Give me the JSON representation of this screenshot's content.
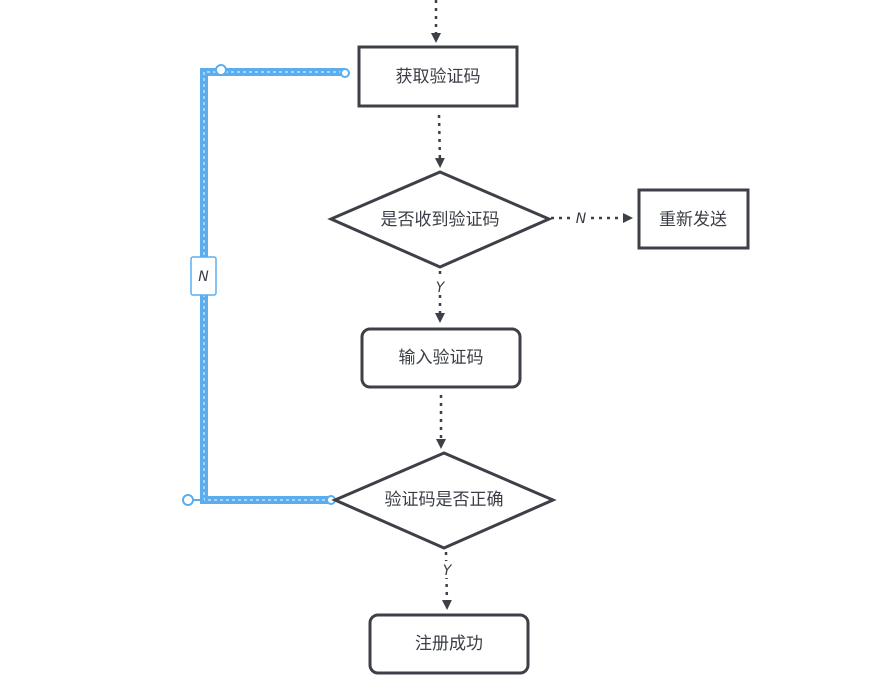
{
  "nodes": {
    "get_code": "获取验证码",
    "received": "是否收到验证码",
    "resend": "重新发送",
    "input_code": "输入验证码",
    "verify": "验证码是否正确",
    "success": "注册成功"
  },
  "edge_labels": {
    "received_no": "N",
    "received_yes": "Y",
    "verify_no": "N",
    "verify_yes": "Y"
  },
  "colors": {
    "stroke": "#3d4047",
    "selected_edge": "#5aaef0",
    "selected_edge_light": "#a9d3f7"
  }
}
